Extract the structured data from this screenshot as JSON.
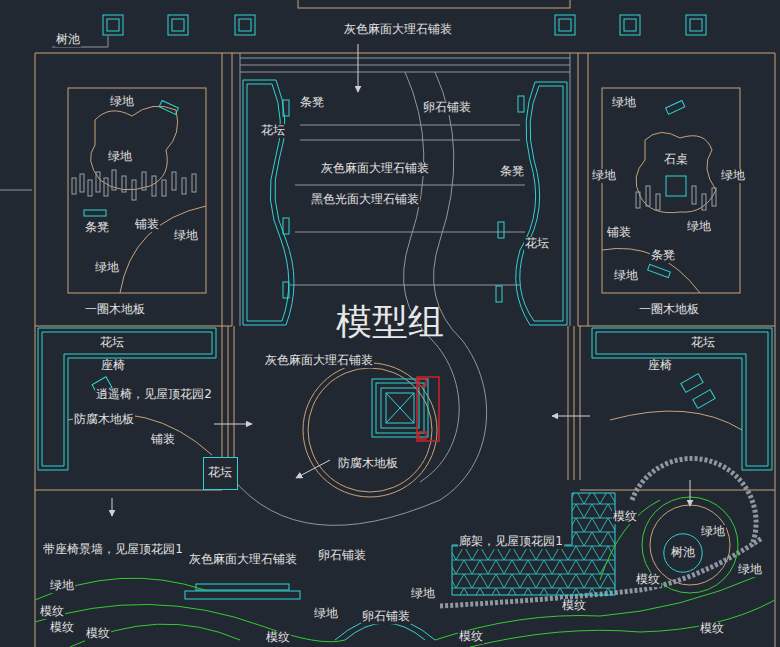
{
  "diagram": {
    "nodes": [
      {
        "text": [
          "花坛"
        ]
      },
      {
        "text": [
          "树池"
        ]
      }
    ],
    "labels": [
      "树池",
      "灰色麻面大理石铺装",
      "绿地",
      "条凳",
      "卵石铺装",
      "绿地",
      "花坛",
      "绿地",
      "灰色麻面大理石铺装",
      "条凳",
      "绿地",
      "石桌",
      "绿地",
      "黑色光面大理石铺装",
      "条凳",
      "铺装",
      "绿地",
      "铺装",
      "绿地",
      "花坛",
      "条凳",
      "绿地",
      "绿地",
      "一圈木地板",
      "一圈木地板",
      "模型组",
      "花坛",
      "花坛",
      "灰色麻面大理石铺装",
      "座椅",
      "座椅",
      "逍遥椅，见屋顶花园2",
      "防腐木地板",
      "铺装",
      "防腐木地板",
      "模纹",
      "绿地",
      "廊架，见屋顶花园1",
      "带座椅景墙，见屋顶花园1",
      "卵石铺装",
      "灰色麻面大理石铺装",
      "绿地",
      "模纹",
      "绿地",
      "绿地",
      "模纹",
      "绿地",
      "卵石铺装",
      "模纹",
      "模纹",
      "模纹",
      "模纹",
      "模纹",
      "模纹"
    ]
  }
}
